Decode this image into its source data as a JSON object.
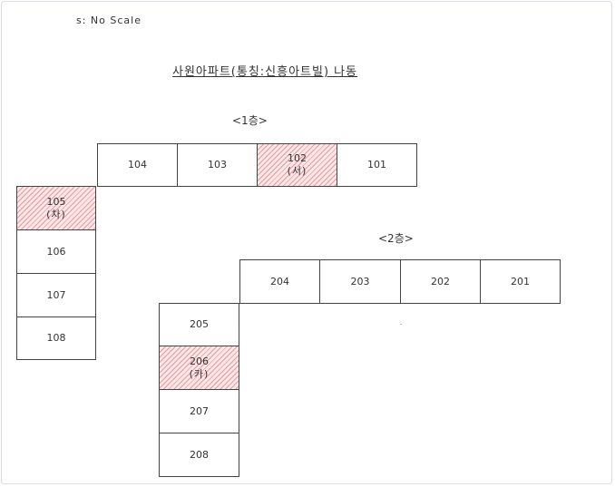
{
  "scale_note": "s: No Scale",
  "title": "사원아파트(통칭:신흥아트빌) 나동",
  "floors": {
    "first": {
      "label": "<1층>",
      "units": [
        {
          "number": "104",
          "tag": "",
          "highlighted": false
        },
        {
          "number": "103",
          "tag": "",
          "highlighted": false
        },
        {
          "number": "102",
          "tag": "(서)",
          "highlighted": true
        },
        {
          "number": "101",
          "tag": "",
          "highlighted": false
        },
        {
          "number": "105",
          "tag": "(차)",
          "highlighted": true
        },
        {
          "number": "106",
          "tag": "",
          "highlighted": false
        },
        {
          "number": "107",
          "tag": "",
          "highlighted": false
        },
        {
          "number": "108",
          "tag": "",
          "highlighted": false
        }
      ]
    },
    "second": {
      "label": "<2층>",
      "units": [
        {
          "number": "204",
          "tag": "",
          "highlighted": false
        },
        {
          "number": "203",
          "tag": "",
          "highlighted": false
        },
        {
          "number": "202",
          "tag": "",
          "highlighted": false
        },
        {
          "number": "201",
          "tag": "",
          "highlighted": false
        },
        {
          "number": "205",
          "tag": "",
          "highlighted": false
        },
        {
          "number": "206",
          "tag": "(카)",
          "highlighted": true
        },
        {
          "number": "207",
          "tag": "",
          "highlighted": false
        },
        {
          "number": "208",
          "tag": "",
          "highlighted": false
        }
      ]
    }
  },
  "colors": {
    "highlight_hatch": "#d65e5e",
    "border": "#444444"
  }
}
